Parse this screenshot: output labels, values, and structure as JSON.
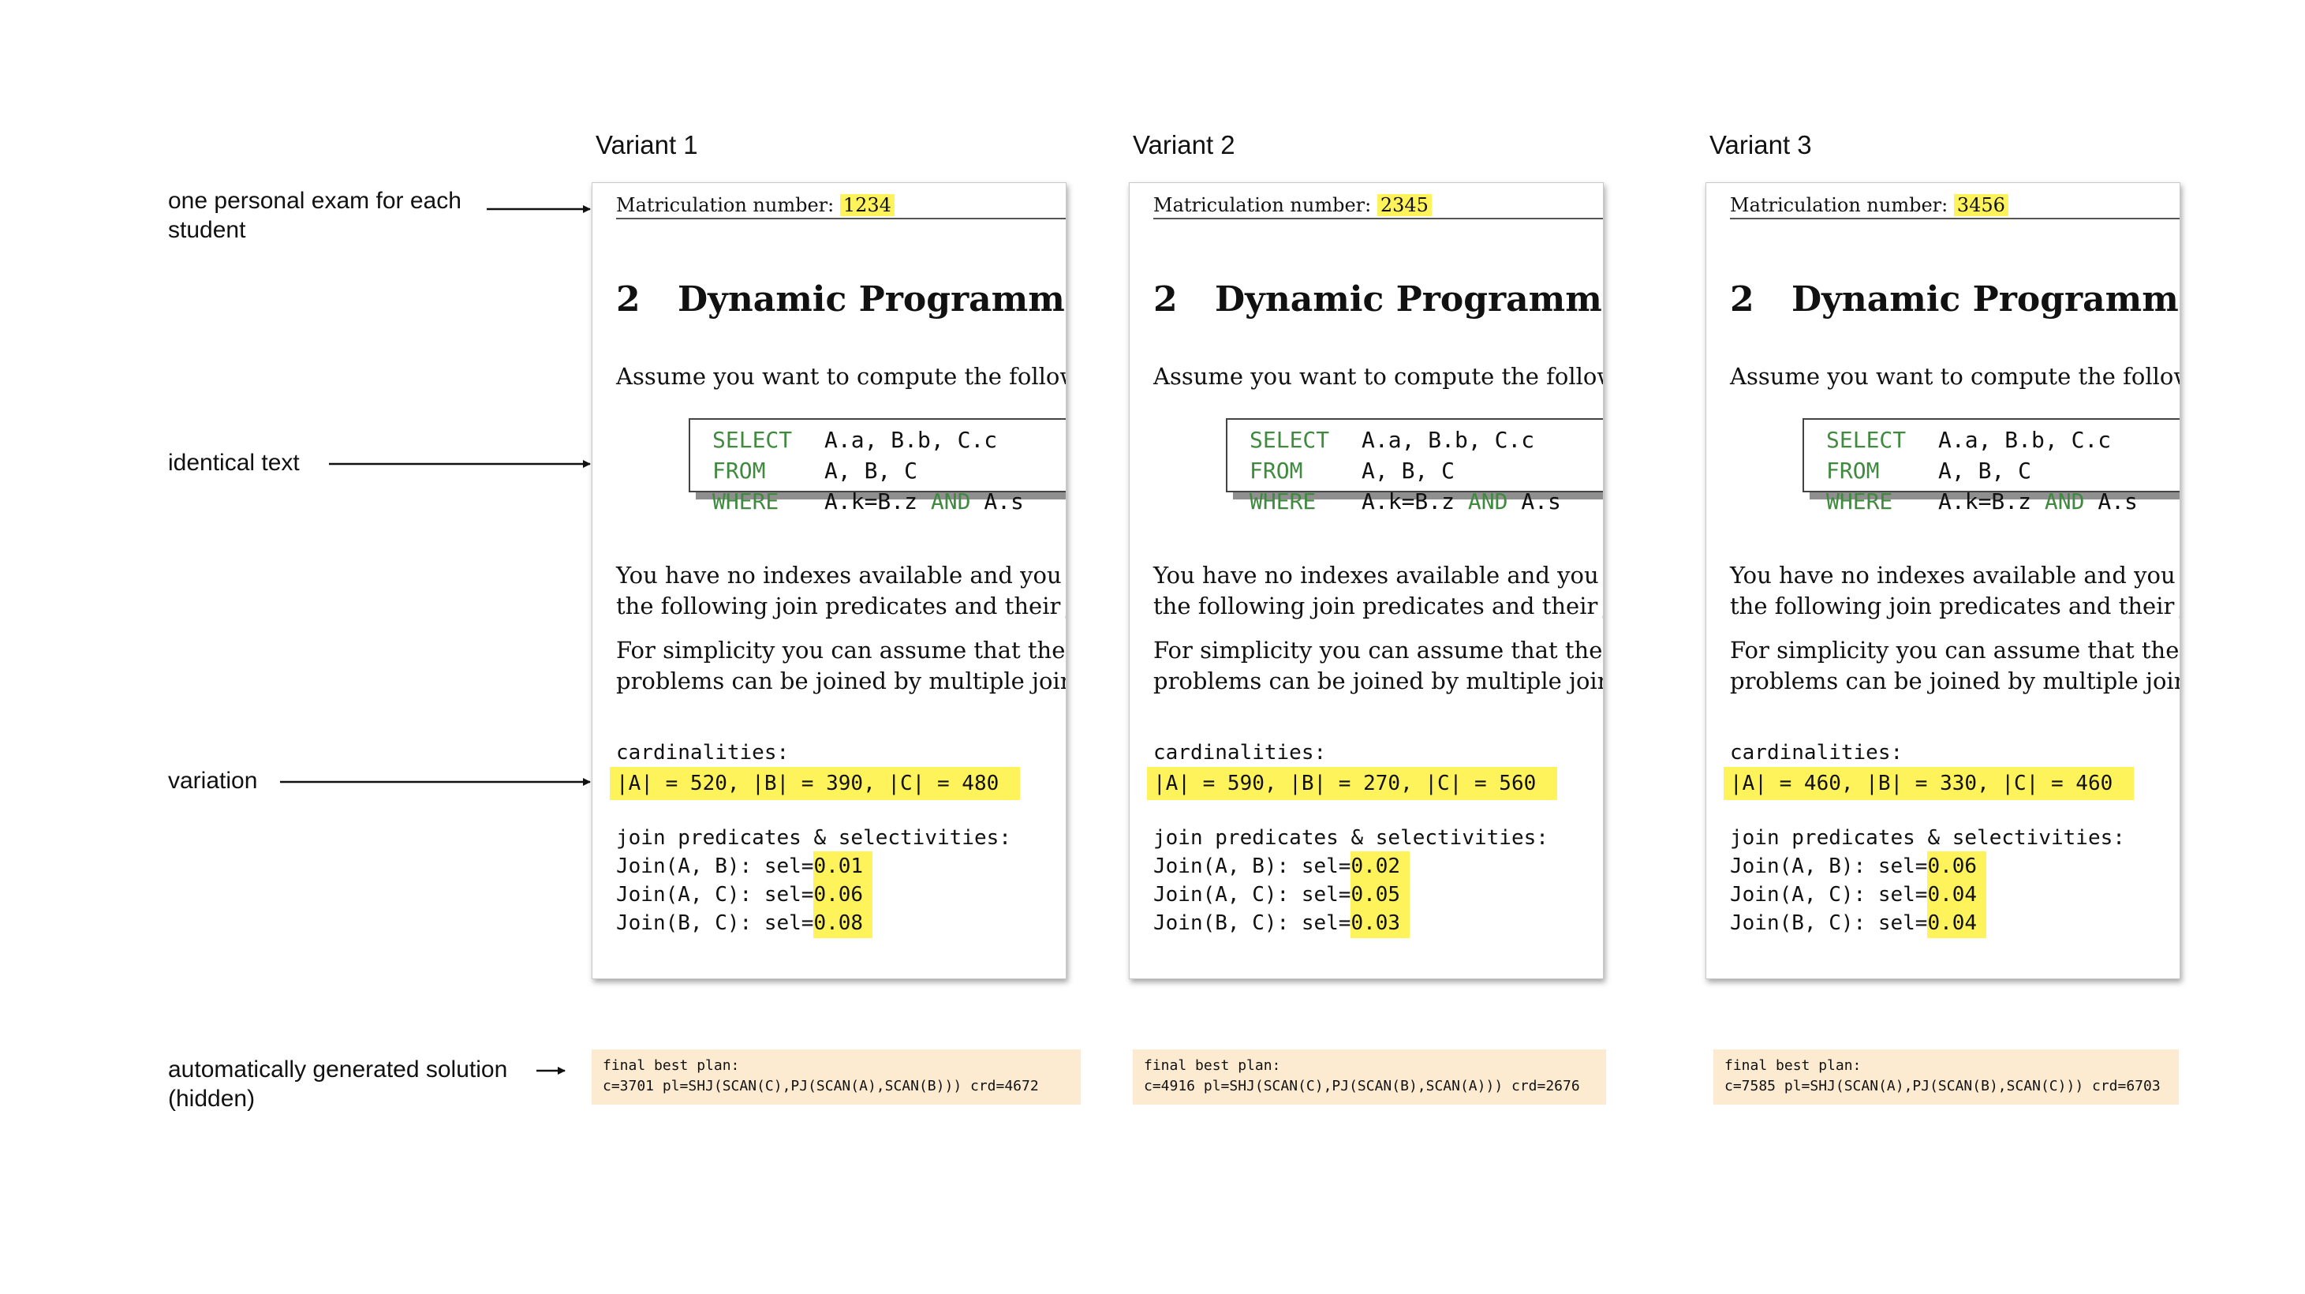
{
  "labels": {
    "personal_exam": [
      "one personal exam for each",
      "student"
    ],
    "identical_text": "identical text",
    "variation": "variation",
    "solution": [
      "automatically generated solution",
      "(hidden)"
    ]
  },
  "exam": {
    "matric_label": "Matriculation number:",
    "section_number": "2",
    "section_title": "Dynamic Programmin",
    "intro": "Assume you want to compute the follow",
    "sql": {
      "select_kw": "SELECT",
      "select_rest": "A.a, B.b, C.c",
      "from_kw": "FROM",
      "from_rest": "A, B, C",
      "where_kw": "WHERE",
      "where_rest": "A.k=B.z",
      "and_kw": "AND",
      "where_tail": "A.s"
    },
    "para1": [
      "You have no indexes available and you a",
      "the following join predicates and their j"
    ],
    "para2": [
      "For simplicity you can assume that the",
      "problems can be joined by multiple join"
    ],
    "cardinalities_label": "cardinalities:",
    "join_label": "join predicates & selectivities:",
    "join_rows": [
      "Join(A, B): sel=",
      "Join(A, C): sel=",
      "Join(B, C): sel="
    ]
  },
  "variants": [
    {
      "title": "Variant 1",
      "matric": "1234",
      "cardinalities": "|A| = 520, |B| = 390, |C| = 480",
      "sels": [
        "0.01",
        "0.06",
        "0.08"
      ],
      "solution": [
        "final best plan:",
        "c=3701 pl=SHJ(SCAN(C),PJ(SCAN(A),SCAN(B))) crd=4672"
      ]
    },
    {
      "title": "Variant 2",
      "matric": "2345",
      "cardinalities": "|A| = 590, |B| = 270, |C| = 560",
      "sels": [
        "0.02",
        "0.05",
        "0.03"
      ],
      "solution": [
        "final best plan:",
        "c=4916 pl=SHJ(SCAN(C),PJ(SCAN(B),SCAN(A))) crd=2676"
      ]
    },
    {
      "title": "Variant 3",
      "matric": "3456",
      "cardinalities": "|A| = 460, |B| = 330, |C| = 460",
      "sels": [
        "0.06",
        "0.04",
        "0.04"
      ],
      "solution": [
        "final best plan:",
        "c=7585 pl=SHJ(SCAN(A),PJ(SCAN(B),SCAN(C))) crd=6703"
      ]
    }
  ],
  "colors": {
    "highlight": "#fff35c",
    "solution_bg": "#fcebd1",
    "sql_keyword": "#3f8a3f"
  }
}
